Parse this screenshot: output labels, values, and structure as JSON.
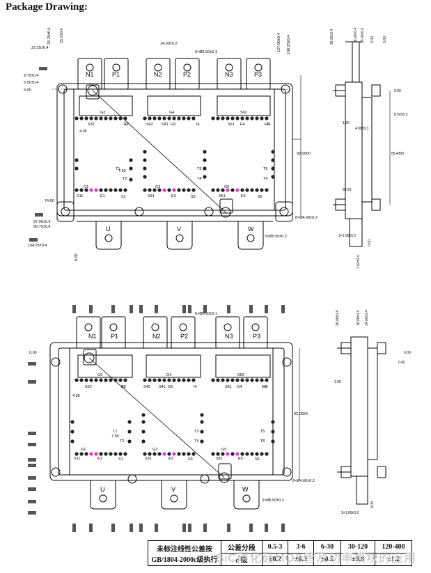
{
  "heading": "Package Drawing:",
  "terminals_top": [
    "N1",
    "P1",
    "N2",
    "P2",
    "N3",
    "P3"
  ],
  "terminals_bottom": [
    "U",
    "V",
    "W"
  ],
  "signal_labels": [
    "G2",
    "S32",
    "E2",
    "G4",
    "S42",
    "S41",
    "G6",
    "S62",
    "S61",
    "E4",
    "E6",
    "T3",
    "T4",
    "T5",
    "T6",
    "T1",
    "T2",
    "S5",
    "G5",
    "S3",
    "G3",
    "S1",
    "G1",
    "S11",
    "S31",
    "S51",
    "E1",
    "E3",
    "E5",
    "I2",
    "I4",
    "I6"
  ],
  "top_view": {
    "dims": [
      "22.25±0.4",
      "25.25±0.4",
      "25.0±0.4",
      "9.75±0.4",
      "5.00±0.4",
      "0.00",
      "14.00±0.2",
      "6×Ø5.50±0.1",
      "127.00±0.4",
      "106.25±0.4",
      "4.05",
      "7.50",
      "92.0000",
      "74.00",
      "87.00±0.4",
      "90.75±0.4",
      "104.25±0.4",
      "8×Ø4.60±0.2",
      "3×Ø5.50±0.2",
      "8.00"
    ],
    "side": [
      "26.00±0.4",
      "18.00±0.4",
      "14.00±0.4",
      "3.00",
      "5.00",
      "0.00",
      "8.50±0.3",
      "1.20",
      "4.00±0.3",
      "58.4300",
      "66.65",
      "3×1.00±0.2",
      "0.00",
      "7.62±0.4"
    ]
  },
  "bottom_view": {
    "dims": [
      "6×Ø5.50±0.1",
      "0.00",
      "4.05",
      "7.50",
      "92.0000",
      "8×Ø4.60±0.2",
      "3×Ø5.50±0.2"
    ],
    "side": [
      "26.00±0.4",
      "18.00±0.4",
      "14.00±0.4",
      "0.00",
      "1.00",
      "0.00",
      "3×1.00±0.2",
      "0.00"
    ]
  },
  "tolerance_table": {
    "label_line1": "未标注线性公差按",
    "label_line2": "GB/1804-2000c级执行",
    "row1_head": "公差分段",
    "row2_head": "c 级",
    "ranges": [
      "0.5-3",
      "3-6",
      "6-30",
      "30-120",
      "120-400"
    ],
    "values": [
      "±0.2",
      "±0.3",
      "±0.5",
      "±0.8",
      "±1.2"
    ]
  },
  "watermark": "SiC碳化硅MOS管及功率模块的应用"
}
